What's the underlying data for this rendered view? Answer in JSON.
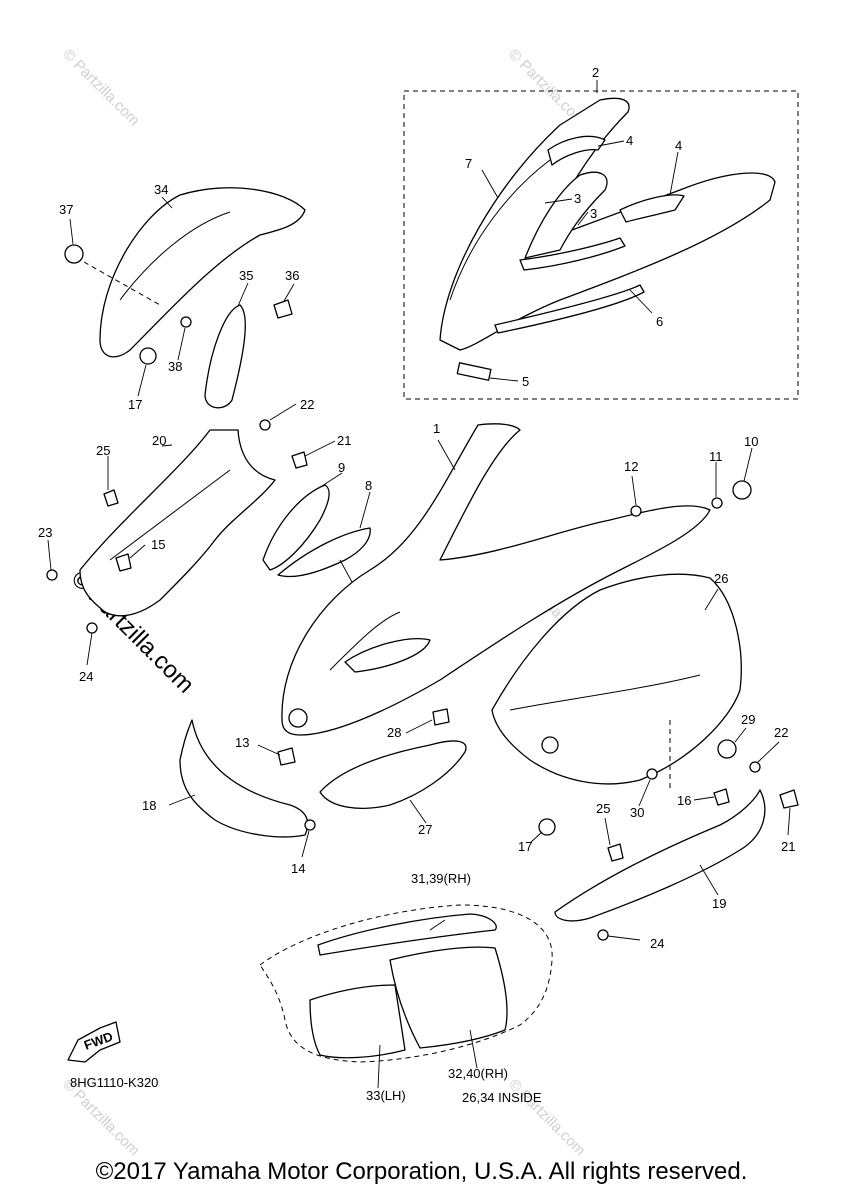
{
  "diagram_code": "8HG1110-K320",
  "fwd_label": "FWD",
  "watermark": "© Partzilla.com",
  "copyright": "©2017 Yamaha Motor Corporation, U.S.A. All rights reserved.",
  "callouts": {
    "c1": "1",
    "c2": "2",
    "c3a": "3",
    "c3b": "3",
    "c4a": "4",
    "c4b": "4",
    "c5": "5",
    "c6": "6",
    "c7": "7",
    "c8": "8",
    "c9": "9",
    "c10": "10",
    "c11": "11",
    "c12": "12",
    "c13": "13",
    "c14": "14",
    "c15": "15",
    "c16": "16",
    "c17a": "17",
    "c17b": "17",
    "c18": "18",
    "c19": "19",
    "c20": "20",
    "c21a": "21",
    "c21b": "21",
    "c22a": "22",
    "c22b": "22",
    "c23": "23",
    "c24a": "24",
    "c24b": "24",
    "c25a": "25",
    "c25b": "25",
    "c26": "26",
    "c27": "27",
    "c28": "28",
    "c29": "29",
    "c30": "30",
    "c34": "34",
    "c35": "35",
    "c36": "36",
    "c37": "37",
    "c38": "38"
  },
  "notes": {
    "rh_31_39": "31,39(RH)",
    "rh_32_40": "32,40(RH)",
    "lh_33": "33(LH)",
    "inside_26_34": "26,34 INSIDE"
  }
}
